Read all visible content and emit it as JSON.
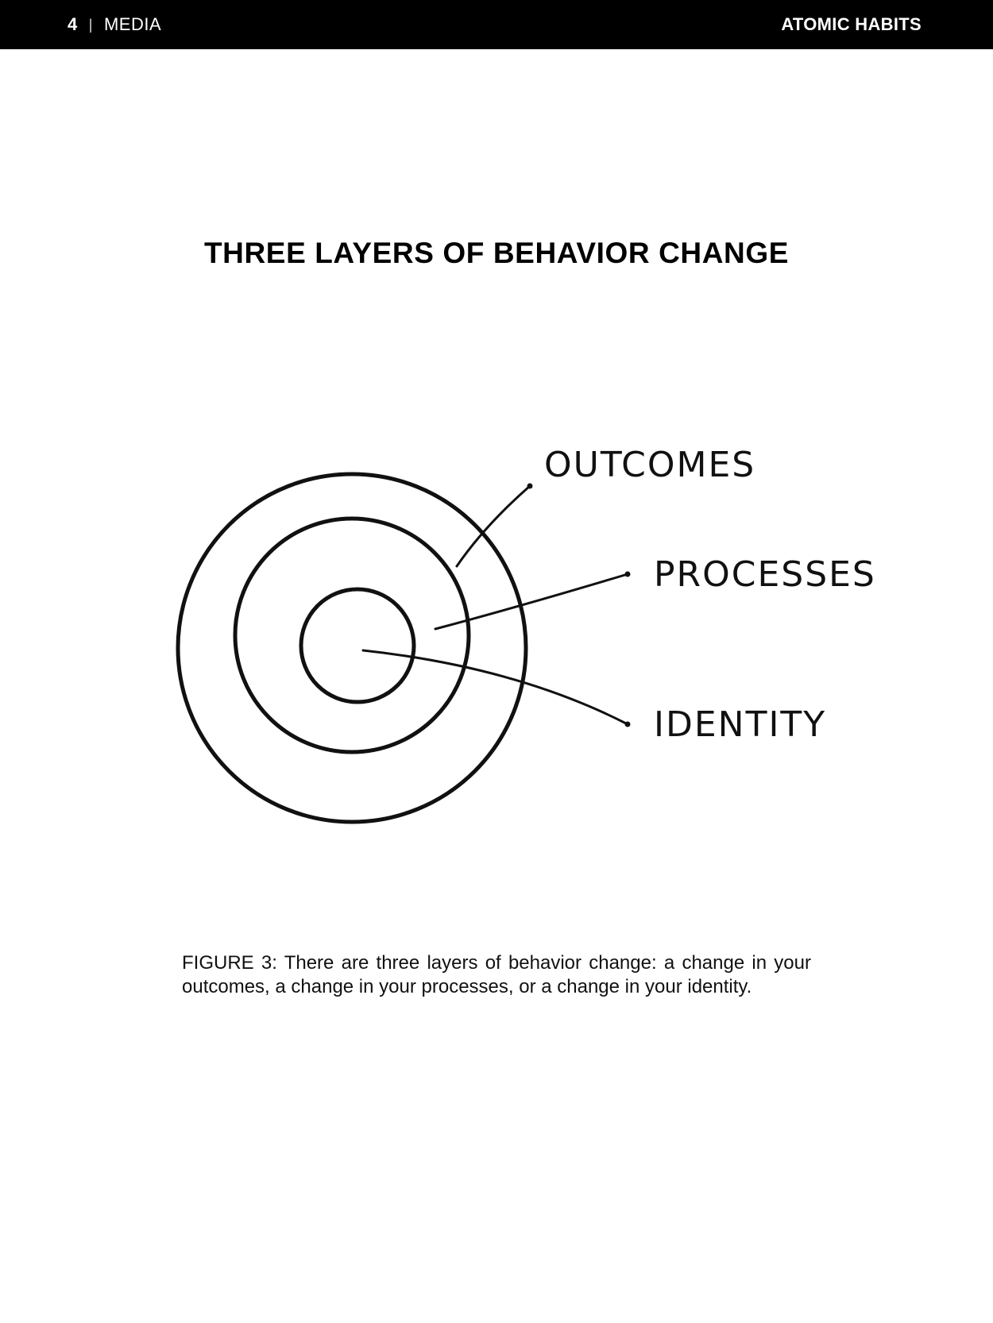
{
  "header": {
    "page_number": "4",
    "separator": "|",
    "section": "MEDIA",
    "book_title": "ATOMIC HABITS"
  },
  "title": "THREE LAYERS OF BEHAVIOR CHANGE",
  "figure": {
    "labels": {
      "outer": "OUTCOMES",
      "middle": "PROCESSES",
      "inner": "IDENTITY"
    },
    "ink_color": "#111111"
  },
  "caption": "FIGURE 3: There are three layers of behavior change: a change in your outcomes, a change in your processes, or a change in your identity."
}
